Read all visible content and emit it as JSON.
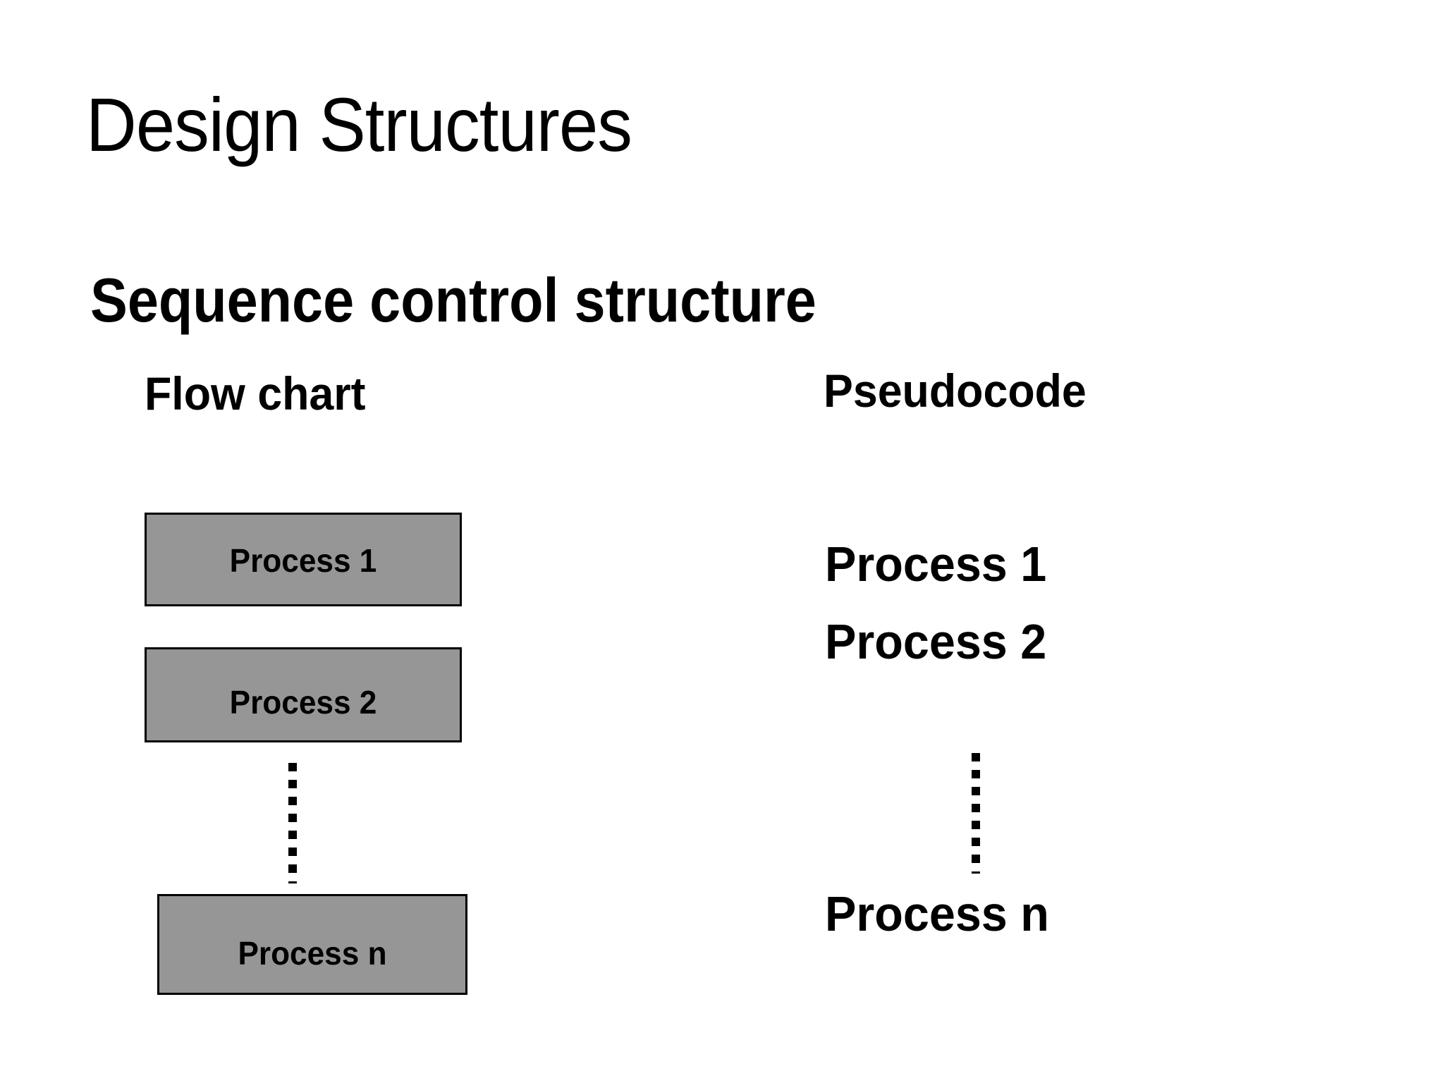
{
  "slide": {
    "title": "Design Structures",
    "subtitle": "Sequence control structure",
    "background_color": "#ffffff",
    "text_color": "#000000"
  },
  "columns": {
    "flowchart": {
      "heading": "Flow chart",
      "box_fill_color": "#969696",
      "box_border_color": "#000000",
      "boxes": [
        {
          "label": "Process 1"
        },
        {
          "label": "Process 2"
        },
        {
          "label": "Process n"
        }
      ],
      "ellipsis_dot_count": 8
    },
    "pseudocode": {
      "heading": "Pseudocode",
      "lines": [
        {
          "text": "Process 1"
        },
        {
          "text": "Process 2"
        },
        {
          "text": "Process n"
        }
      ],
      "ellipsis_dot_count": 8
    }
  }
}
